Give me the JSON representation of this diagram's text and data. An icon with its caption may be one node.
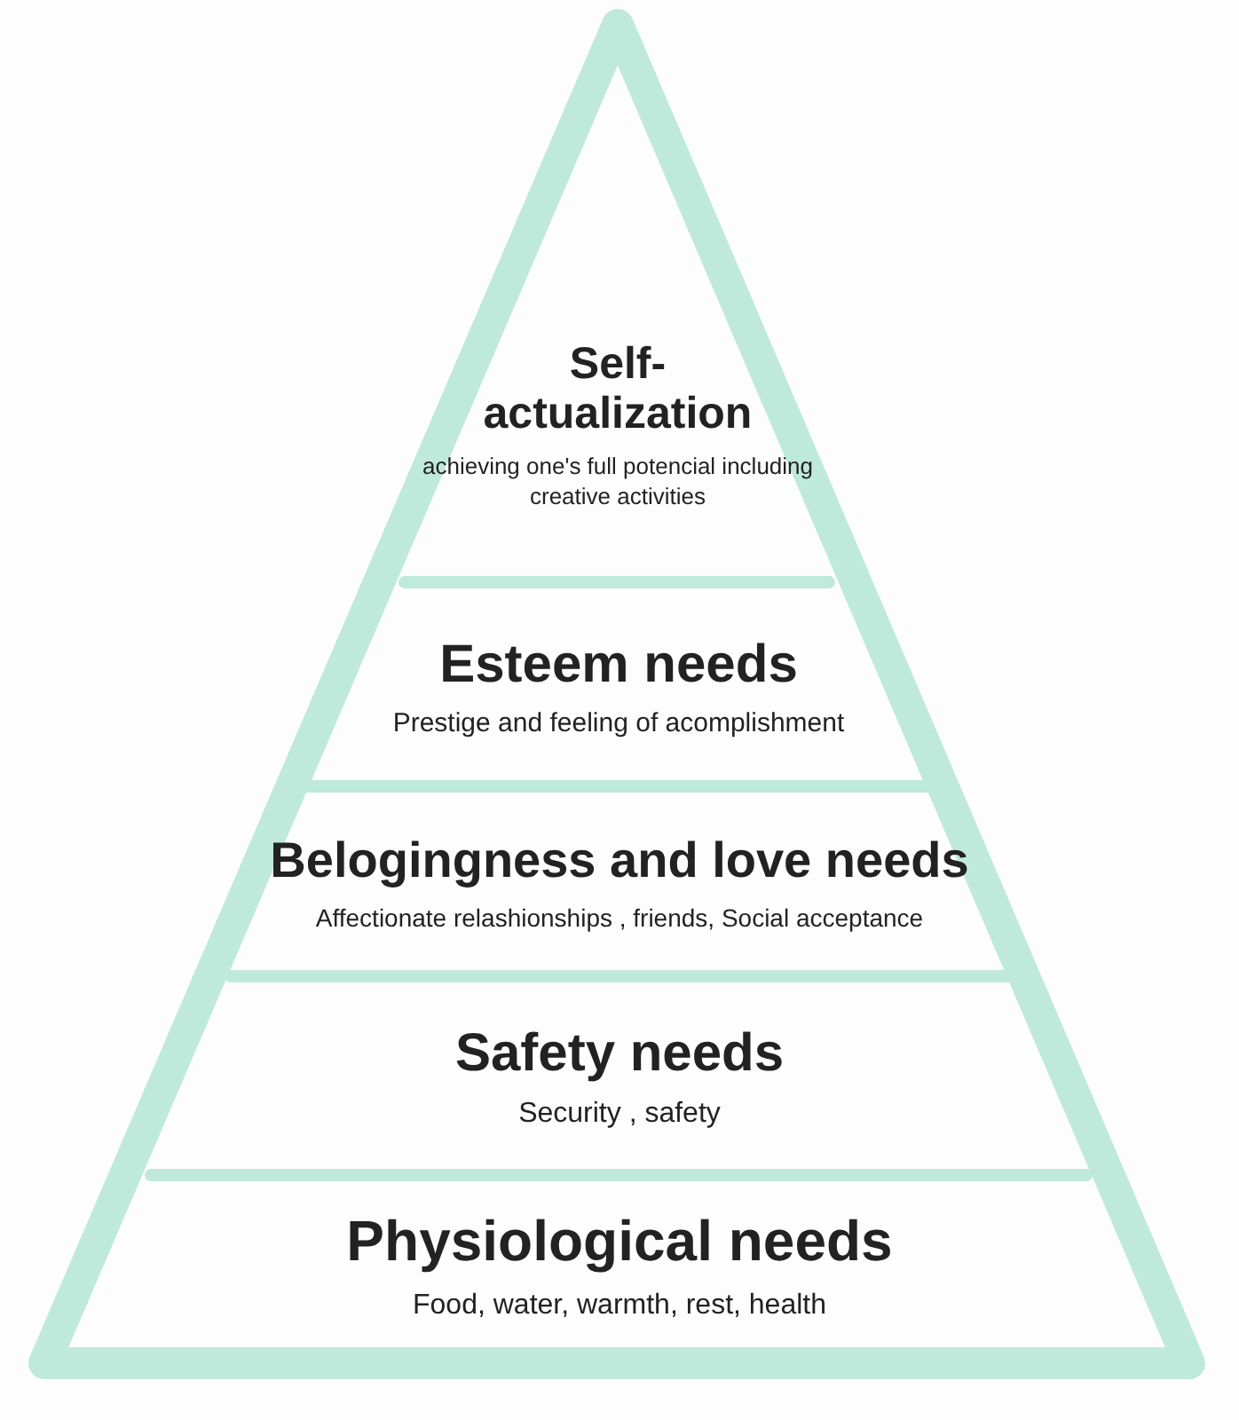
{
  "diagram": {
    "nodes": [
      {
        "text": [
          "Self-actualization",
          "achieving one's full potencial including creative activities"
        ]
      },
      {
        "text": [
          "Esteem needs",
          "Prestige and feeling of acomplishment"
        ]
      },
      {
        "text": [
          "Belogingness and love needs",
          "Affectionate relashionships , friends, Social acceptance"
        ]
      },
      {
        "text": [
          "Safety needs",
          "Security , safety"
        ]
      },
      {
        "text": [
          "Physiological needs",
          "Food, water, warmth, rest, health"
        ]
      }
    ],
    "edges": []
  }
}
